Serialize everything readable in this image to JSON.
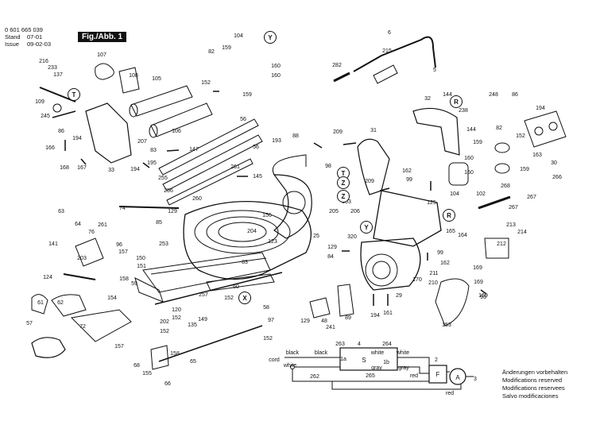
{
  "header": {
    "doc_number": "0 601 665 039",
    "stand_label": "Stand",
    "stand_value": "07-01",
    "issue_label": "Issue",
    "issue_value": "09-02-03",
    "figure": "Fig./Abb. 1"
  },
  "notes": [
    "Änderungen vorbehalten",
    "Modifications reserved",
    "Modifications reservees",
    "Salvo modificaciones"
  ],
  "callouts": [
    {
      "id": "c216",
      "t": "216"
    },
    {
      "id": "c233",
      "t": "233"
    },
    {
      "id": "c137",
      "t": "137"
    },
    {
      "id": "c107",
      "t": "107"
    },
    {
      "id": "c108",
      "t": "108"
    },
    {
      "id": "c105",
      "t": "105"
    },
    {
      "id": "c106",
      "t": "106"
    },
    {
      "id": "c104a",
      "t": "104"
    },
    {
      "id": "c82a",
      "t": "82"
    },
    {
      "id": "c159a",
      "t": "159"
    },
    {
      "id": "c160a",
      "t": "160"
    },
    {
      "id": "c160b",
      "t": "160"
    },
    {
      "id": "c152a",
      "t": "152"
    },
    {
      "id": "c159b",
      "t": "159"
    },
    {
      "id": "c6",
      "t": "6"
    },
    {
      "id": "c215",
      "t": "215"
    },
    {
      "id": "c282",
      "t": "282"
    },
    {
      "id": "c5",
      "t": "5"
    },
    {
      "id": "c109",
      "t": "109"
    },
    {
      "id": "c245",
      "t": "245"
    },
    {
      "id": "c86a",
      "t": "86"
    },
    {
      "id": "c194a",
      "t": "194"
    },
    {
      "id": "c207",
      "t": "207"
    },
    {
      "id": "c83a",
      "t": "83"
    },
    {
      "id": "c147",
      "t": "147"
    },
    {
      "id": "c166",
      "t": "166"
    },
    {
      "id": "c168",
      "t": "168"
    },
    {
      "id": "c167",
      "t": "167"
    },
    {
      "id": "c33",
      "t": "33"
    },
    {
      "id": "c194b",
      "t": "194"
    },
    {
      "id": "c195",
      "t": "195"
    },
    {
      "id": "c56a",
      "t": "56"
    },
    {
      "id": "c56b",
      "t": "56"
    },
    {
      "id": "c255",
      "t": "255"
    },
    {
      "id": "c256",
      "t": "256"
    },
    {
      "id": "c260",
      "t": "260"
    },
    {
      "id": "c261a",
      "t": "261"
    },
    {
      "id": "c145",
      "t": "145"
    },
    {
      "id": "c193",
      "t": "193"
    },
    {
      "id": "c88",
      "t": "88"
    },
    {
      "id": "c209a",
      "t": "209"
    },
    {
      "id": "c31",
      "t": "31"
    },
    {
      "id": "c32",
      "t": "32"
    },
    {
      "id": "c144a",
      "t": "144"
    },
    {
      "id": "c238",
      "t": "238"
    },
    {
      "id": "c144b",
      "t": "144"
    },
    {
      "id": "c248",
      "t": "248"
    },
    {
      "id": "c86b",
      "t": "86"
    },
    {
      "id": "c194c",
      "t": "194"
    },
    {
      "id": "c82b",
      "t": "82"
    },
    {
      "id": "c152b",
      "t": "152"
    },
    {
      "id": "c163",
      "t": "163"
    },
    {
      "id": "c30",
      "t": "30"
    },
    {
      "id": "c159c",
      "t": "159"
    },
    {
      "id": "c160c",
      "t": "160"
    },
    {
      "id": "c159d",
      "t": "159"
    },
    {
      "id": "c160d",
      "t": "160"
    },
    {
      "id": "c266",
      "t": "266"
    },
    {
      "id": "c104b",
      "t": "104"
    },
    {
      "id": "c102",
      "t": "102"
    },
    {
      "id": "c268",
      "t": "268"
    },
    {
      "id": "c267a",
      "t": "267"
    },
    {
      "id": "c267b",
      "t": "267"
    },
    {
      "id": "c214",
      "t": "214"
    },
    {
      "id": "c213",
      "t": "213"
    },
    {
      "id": "c212",
      "t": "212"
    },
    {
      "id": "c162a",
      "t": "162"
    },
    {
      "id": "c99a",
      "t": "99"
    },
    {
      "id": "c209b",
      "t": "209"
    },
    {
      "id": "c98",
      "t": "98"
    },
    {
      "id": "c103",
      "t": "103"
    },
    {
      "id": "c205",
      "t": "205"
    },
    {
      "id": "c206",
      "t": "206"
    },
    {
      "id": "c125",
      "t": "125"
    },
    {
      "id": "c165",
      "t": "165"
    },
    {
      "id": "c164",
      "t": "164"
    },
    {
      "id": "c320",
      "t": "320"
    },
    {
      "id": "c129a",
      "t": "129"
    },
    {
      "id": "c84",
      "t": "84"
    },
    {
      "id": "c99b",
      "t": "99"
    },
    {
      "id": "c162b",
      "t": "162"
    },
    {
      "id": "c211",
      "t": "211"
    },
    {
      "id": "c210",
      "t": "210"
    },
    {
      "id": "c169a",
      "t": "169"
    },
    {
      "id": "c169b",
      "t": "169"
    },
    {
      "id": "c169c",
      "t": "169"
    },
    {
      "id": "c170",
      "t": "170"
    },
    {
      "id": "c93",
      "t": "93"
    },
    {
      "id": "c29",
      "t": "29"
    },
    {
      "id": "c194d",
      "t": "194"
    },
    {
      "id": "c161",
      "t": "161"
    },
    {
      "id": "c153",
      "t": "153"
    },
    {
      "id": "c63",
      "t": "63"
    },
    {
      "id": "c64",
      "t": "64"
    },
    {
      "id": "c74",
      "t": "74"
    },
    {
      "id": "c76",
      "t": "76"
    },
    {
      "id": "c261b",
      "t": "261"
    },
    {
      "id": "c141",
      "t": "141"
    },
    {
      "id": "c203",
      "t": "203"
    },
    {
      "id": "c96",
      "t": "96"
    },
    {
      "id": "c157a",
      "t": "157"
    },
    {
      "id": "c150",
      "t": "150"
    },
    {
      "id": "c151",
      "t": "151"
    },
    {
      "id": "c158a",
      "t": "158"
    },
    {
      "id": "c59",
      "t": "59"
    },
    {
      "id": "c129b",
      "t": "129"
    },
    {
      "id": "c85",
      "t": "85"
    },
    {
      "id": "c156",
      "t": "156"
    },
    {
      "id": "c204",
      "t": "204"
    },
    {
      "id": "c123",
      "t": "123"
    },
    {
      "id": "c83b",
      "t": "83"
    },
    {
      "id": "c25",
      "t": "25"
    },
    {
      "id": "c253",
      "t": "253"
    },
    {
      "id": "c124",
      "t": "124"
    },
    {
      "id": "c61",
      "t": "61"
    },
    {
      "id": "c62",
      "t": "62"
    },
    {
      "id": "c154",
      "t": "154"
    },
    {
      "id": "c72",
      "t": "72"
    },
    {
      "id": "c257",
      "t": "257"
    },
    {
      "id": "c60",
      "t": "60"
    },
    {
      "id": "c152c",
      "t": "152"
    },
    {
      "id": "c58",
      "t": "58"
    },
    {
      "id": "c120",
      "t": "120"
    },
    {
      "id": "c152d",
      "t": "152"
    },
    {
      "id": "c135",
      "t": "135"
    },
    {
      "id": "c149",
      "t": "149"
    },
    {
      "id": "c202",
      "t": "202"
    },
    {
      "id": "c152e",
      "t": "152"
    },
    {
      "id": "c97",
      "t": "97"
    },
    {
      "id": "c152f",
      "t": "152"
    },
    {
      "id": "c57",
      "t": "57"
    },
    {
      "id": "c157b",
      "t": "157"
    },
    {
      "id": "c68",
      "t": "68"
    },
    {
      "id": "c158b",
      "t": "158"
    },
    {
      "id": "c155",
      "t": "155"
    },
    {
      "id": "c66",
      "t": "66"
    },
    {
      "id": "c65",
      "t": "65"
    },
    {
      "id": "c129c",
      "t": "129"
    },
    {
      "id": "c48",
      "t": "48"
    },
    {
      "id": "c241",
      "t": "241"
    },
    {
      "id": "c89",
      "t": "89"
    },
    {
      "id": "c263",
      "t": "263"
    },
    {
      "id": "c4",
      "t": "4"
    },
    {
      "id": "c264",
      "t": "264"
    },
    {
      "id": "c2",
      "t": "2"
    },
    {
      "id": "c3",
      "t": "3"
    },
    {
      "id": "c262",
      "t": "262"
    },
    {
      "id": "c265",
      "t": "265"
    }
  ],
  "letters": [
    {
      "id": "lY1",
      "t": "Y"
    },
    {
      "id": "lT1",
      "t": "T"
    },
    {
      "id": "lT2",
      "t": "T"
    },
    {
      "id": "lZ1",
      "t": "Z"
    },
    {
      "id": "lZ2",
      "t": "Z"
    },
    {
      "id": "lY2",
      "t": "Y"
    },
    {
      "id": "lR1",
      "t": "R"
    },
    {
      "id": "lR2",
      "t": "R"
    },
    {
      "id": "lX1",
      "t": "X"
    }
  ],
  "wiring": {
    "cord": "cord",
    "black1": "black",
    "black2": "black",
    "white1": "white",
    "white2": "white",
    "white3": "white",
    "gray1": "gray",
    "gray2": "gray",
    "red1": "red",
    "red2": "red",
    "sw_1a": "1a",
    "sw_S": "S",
    "sw_1b": "1b",
    "motor_A": "A",
    "box_F": "F"
  }
}
